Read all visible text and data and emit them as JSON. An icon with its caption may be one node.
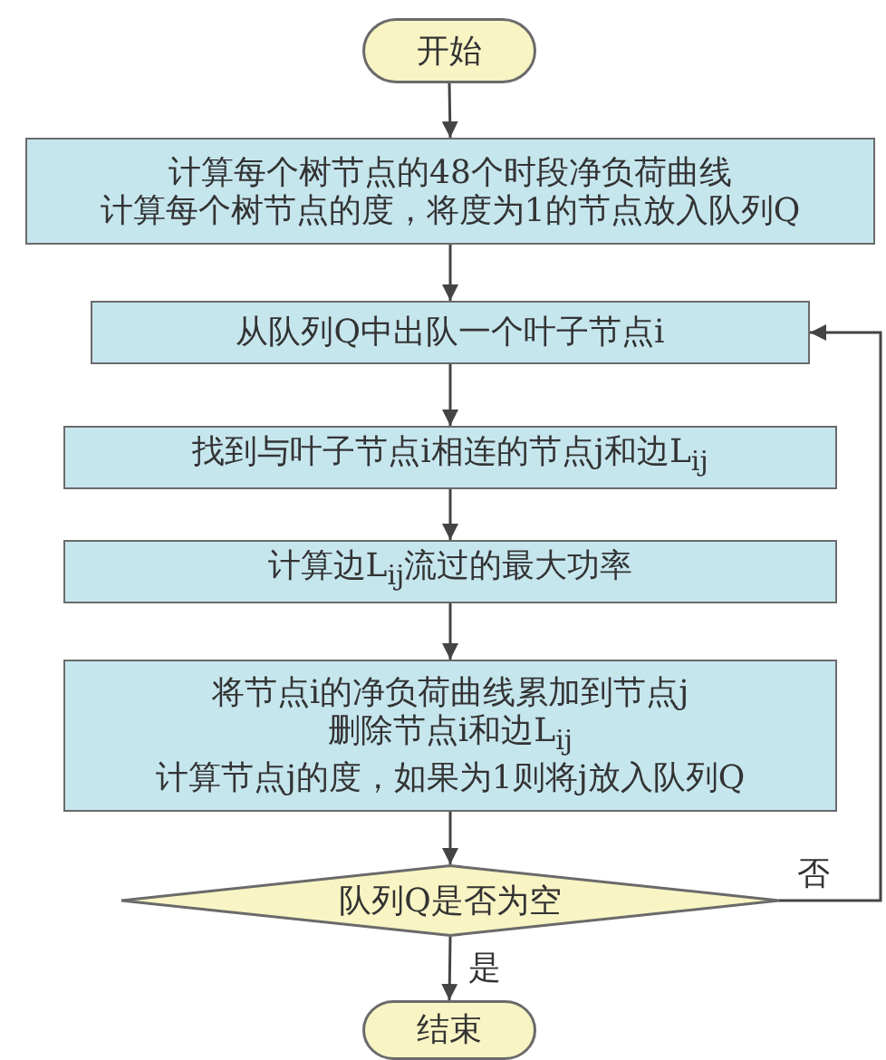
{
  "diagram": {
    "nodes": [
      {
        "text": [
          "开始"
        ]
      },
      {
        "text": [
          "计算每个树节点的48个时段净负荷曲线",
          "计算每个树节点的度，将度为1的节点放入队列Q"
        ]
      },
      {
        "text": [
          "从队列Q中出队一个叶子节点i"
        ]
      },
      {
        "text": [
          "找到与叶子节点i相连的节点j和边L$_{ij}$"
        ]
      },
      {
        "text": [
          "计算边L$_{ij}$流过的最大功率"
        ]
      },
      {
        "text": [
          "将节点i的净负荷曲线累加到节点j",
          "删除节点i和边L$_{ij}$",
          "计算节点j的度，如果为1则将j放入队列Q"
        ]
      },
      {
        "text": [
          "队列Q是否为空"
        ]
      },
      {
        "text": [
          "结束"
        ]
      }
    ],
    "edges": [
      {
        "from": 0,
        "to": 1,
        "arrow": "to"
      },
      {
        "from": 1,
        "to": 2,
        "arrow": "to"
      },
      {
        "from": 2,
        "to": 3,
        "arrow": "to"
      },
      {
        "from": 3,
        "to": 4,
        "arrow": "to"
      },
      {
        "from": 4,
        "to": 5,
        "arrow": "to"
      },
      {
        "from": 5,
        "to": 6,
        "arrow": "to"
      },
      {
        "from": 6,
        "to": 7,
        "arrow": "to",
        "label": "是"
      },
      {
        "from": 6,
        "to": 2,
        "arrow": "to",
        "label": "否"
      }
    ]
  }
}
